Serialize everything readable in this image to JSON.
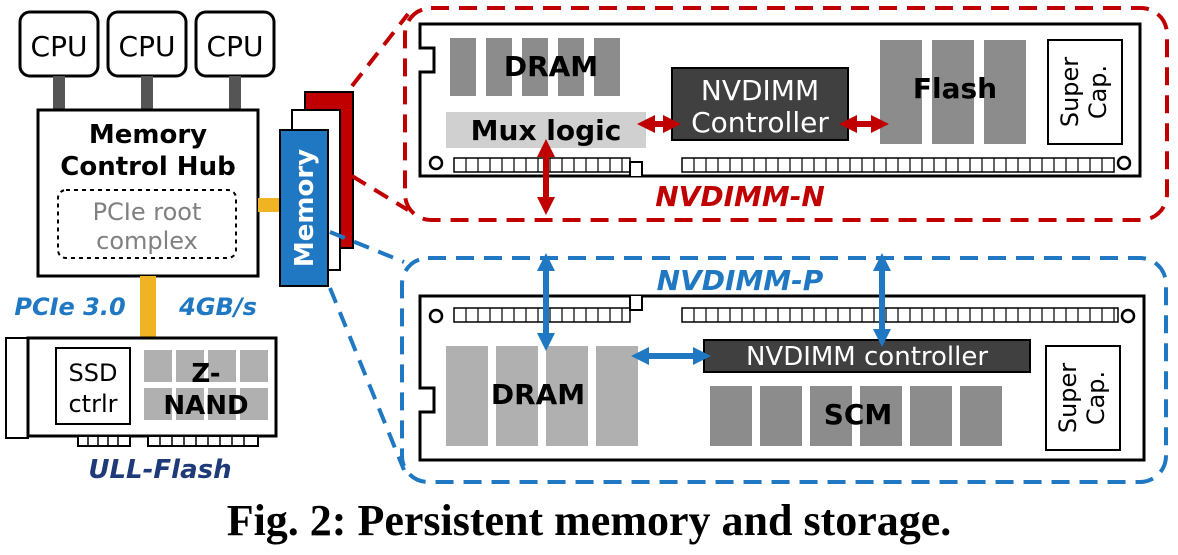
{
  "host": {
    "cpus": [
      "CPU",
      "CPU",
      "CPU"
    ],
    "hub_line1": "Memory",
    "hub_line2": "Control Hub",
    "root_line1": "PCIe root",
    "root_line2": "complex",
    "memory_label": "Memory",
    "pcie_label": "PCIe 3.0",
    "bandwidth_label": "4GB/s"
  },
  "ull_flash": {
    "ctrl_line1": "SSD",
    "ctrl_line2": "ctrlr",
    "nand_line1": "Z-",
    "nand_line2": "NAND",
    "name": "ULL-Flash"
  },
  "nvdimm_n": {
    "dram": "DRAM",
    "mux": "Mux logic",
    "ctrl_line1": "NVDIMM",
    "ctrl_line2": "Controller",
    "flash": "Flash",
    "cap_line1": "Super",
    "cap_line2": "Cap.",
    "name": "NVDIMM-N"
  },
  "nvdimm_p": {
    "name": "NVDIMM-P",
    "ctrl": "NVDIMM controller",
    "dram": "DRAM",
    "scm": "SCM",
    "cap_line1": "Super",
    "cap_line2": "Cap."
  },
  "colors": {
    "red": "#c00000",
    "blue": "#1f78c1",
    "yellow": "#f0b323",
    "dark_gray": "#404040",
    "mid_gray": "#8c8c8c",
    "light_gray": "#b0b0b0"
  },
  "caption": "Fig. 2: Persistent memory and storage."
}
